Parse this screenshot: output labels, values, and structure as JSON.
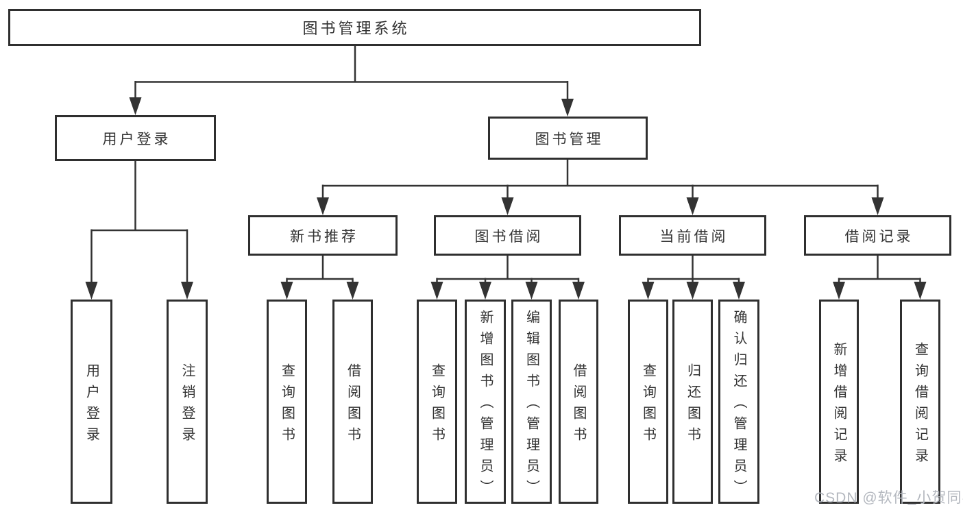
{
  "colors": {
    "line": "#333333",
    "border": "#2f2f2f",
    "text": "#333333",
    "background": "#ffffff",
    "watermark": "#b4b8bf"
  },
  "nodes": {
    "root": {
      "label": "图书管理系统"
    },
    "level2": [
      {
        "label": "用户登录"
      },
      {
        "label": "图书管理"
      }
    ],
    "level3": [
      {
        "label": "新书推荐"
      },
      {
        "label": "图书借阅"
      },
      {
        "label": "当前借阅"
      },
      {
        "label": "借阅记录"
      }
    ],
    "leaves": [
      {
        "label": "用户登录"
      },
      {
        "label": "注销登录"
      },
      {
        "label": "查询图书"
      },
      {
        "label": "借阅图书"
      },
      {
        "label": "查询图书"
      },
      {
        "label": "新增图书（管理员）"
      },
      {
        "label": "编辑图书（管理员）"
      },
      {
        "label": "借阅图书"
      },
      {
        "label": "查询图书"
      },
      {
        "label": "归还图书"
      },
      {
        "label": "确认归还（管理员）"
      },
      {
        "label": "新增借阅记录"
      },
      {
        "label": "查询借阅记录"
      }
    ]
  },
  "watermark": {
    "text": "CSDN @软件_小贺同学"
  }
}
